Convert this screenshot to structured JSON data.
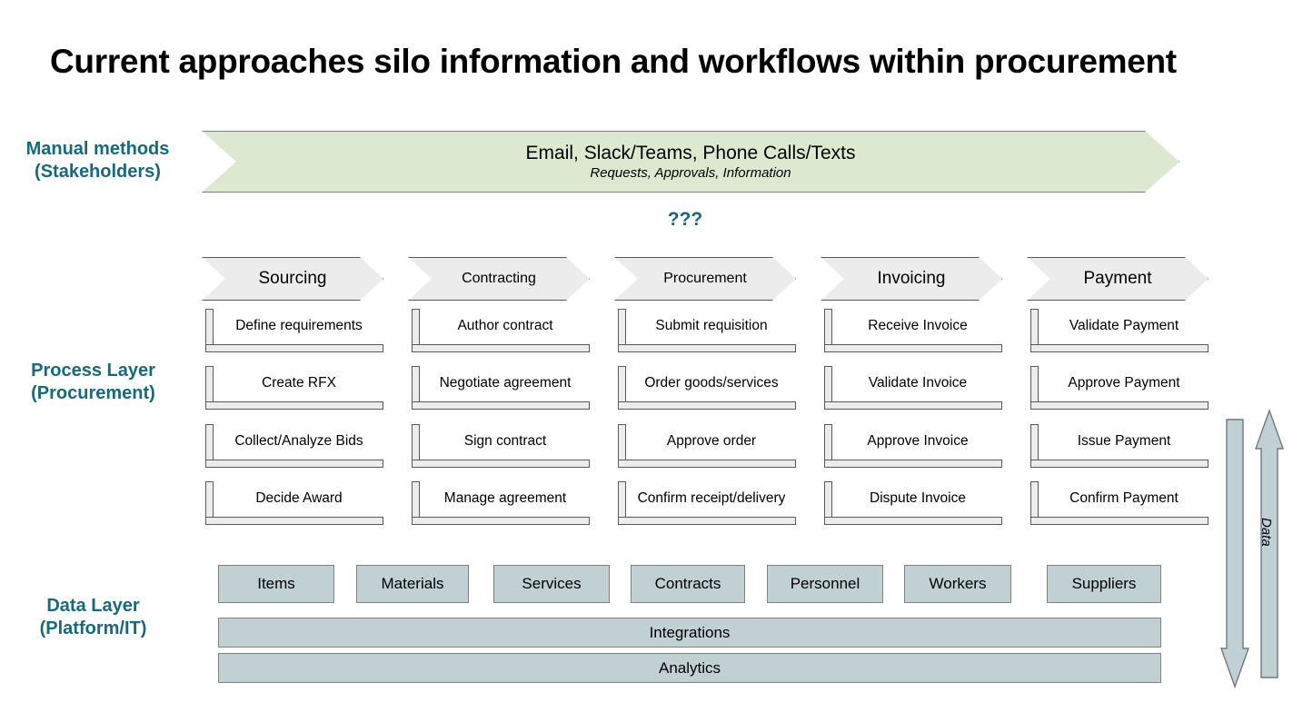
{
  "slide": {
    "title": "Current approaches silo information and workflows within procurement"
  },
  "colors": {
    "label_teal": "#16697f",
    "banner_green": "#dce8cf",
    "chevron_gray": "#ececec",
    "data_blue_gray": "#c1d0d3",
    "border_gray": "#7f7f7f"
  },
  "rows": {
    "manual": {
      "label_line1": "Manual methods",
      "label_line2": "(Stakeholders)",
      "banner_main": "Email, Slack/Teams, Phone Calls/Texts",
      "banner_sub": "Requests, Approvals, Information"
    },
    "connector": {
      "text": "???"
    },
    "process": {
      "label_line1": "Process Layer",
      "label_line2": "(Procurement)"
    },
    "data": {
      "label_line1": "Data Layer",
      "label_line2": "(Platform/IT)"
    }
  },
  "process_columns": [
    {
      "header": "Sourcing",
      "steps": [
        "Define requirements",
        "Create RFX",
        "Collect/Analyze Bids",
        "Decide Award"
      ]
    },
    {
      "header": "Contracting",
      "steps": [
        "Author contract",
        "Negotiate agreement",
        "Sign contract",
        "Manage agreement"
      ]
    },
    {
      "header": "Procurement",
      "steps": [
        "Submit requisition",
        "Order goods/services",
        "Approve order",
        "Confirm receipt/delivery"
      ]
    },
    {
      "header": "Invoicing",
      "steps": [
        "Receive Invoice",
        "Validate Invoice",
        "Approve Invoice",
        "Dispute Invoice"
      ]
    },
    {
      "header": "Payment",
      "steps": [
        "Validate Payment",
        "Approve Payment",
        "Issue Payment",
        "Confirm Payment"
      ]
    }
  ],
  "data_chips": [
    "Items",
    "Materials",
    "Services",
    "Contracts",
    "Personnel",
    "Workers",
    "Suppliers"
  ],
  "data_bars": {
    "integrations": "Integrations",
    "analytics": "Analytics"
  },
  "data_arrows": {
    "label": "Data"
  }
}
